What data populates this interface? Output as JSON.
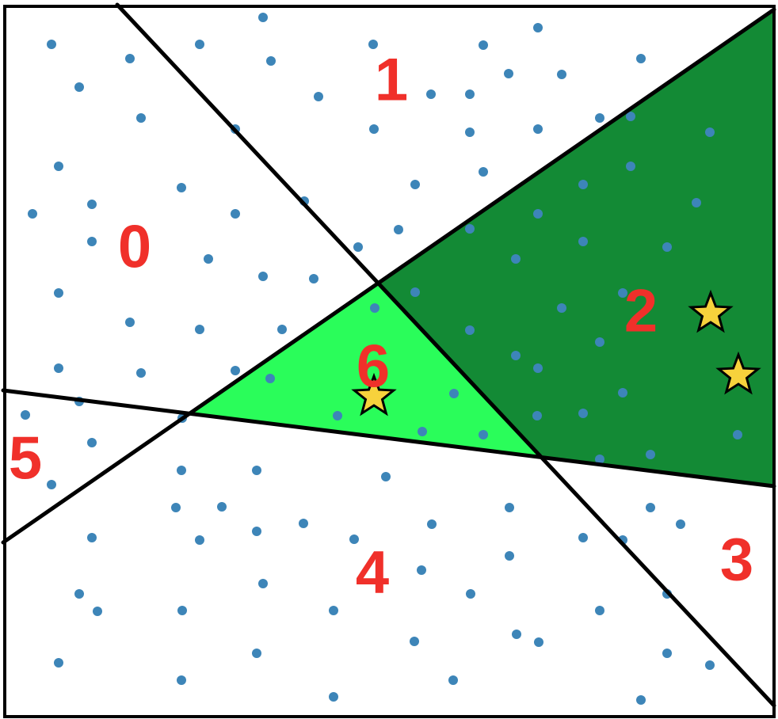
{
  "colors": {
    "region_highlight_dark": "#138a35",
    "region_highlight_light": "#2afd5a",
    "point": "#3d85b8",
    "label": "#f0302a",
    "star_fill": "#f7d23c",
    "line": "#000000",
    "background": "#ffffff"
  },
  "regions": [
    {
      "id": "0",
      "label": "0",
      "highlight": "none"
    },
    {
      "id": "1",
      "label": "1",
      "highlight": "none"
    },
    {
      "id": "2",
      "label": "2",
      "highlight": "dark"
    },
    {
      "id": "3",
      "label": "3",
      "highlight": "none"
    },
    {
      "id": "4",
      "label": "4",
      "highlight": "none"
    },
    {
      "id": "5",
      "label": "5",
      "highlight": "none"
    },
    {
      "id": "6",
      "label": "6",
      "highlight": "light"
    }
  ],
  "markers": {
    "point_icon": "dot",
    "star_icon": "star-icon",
    "stars_in_region_6": 1,
    "stars_in_region_2": 2
  }
}
